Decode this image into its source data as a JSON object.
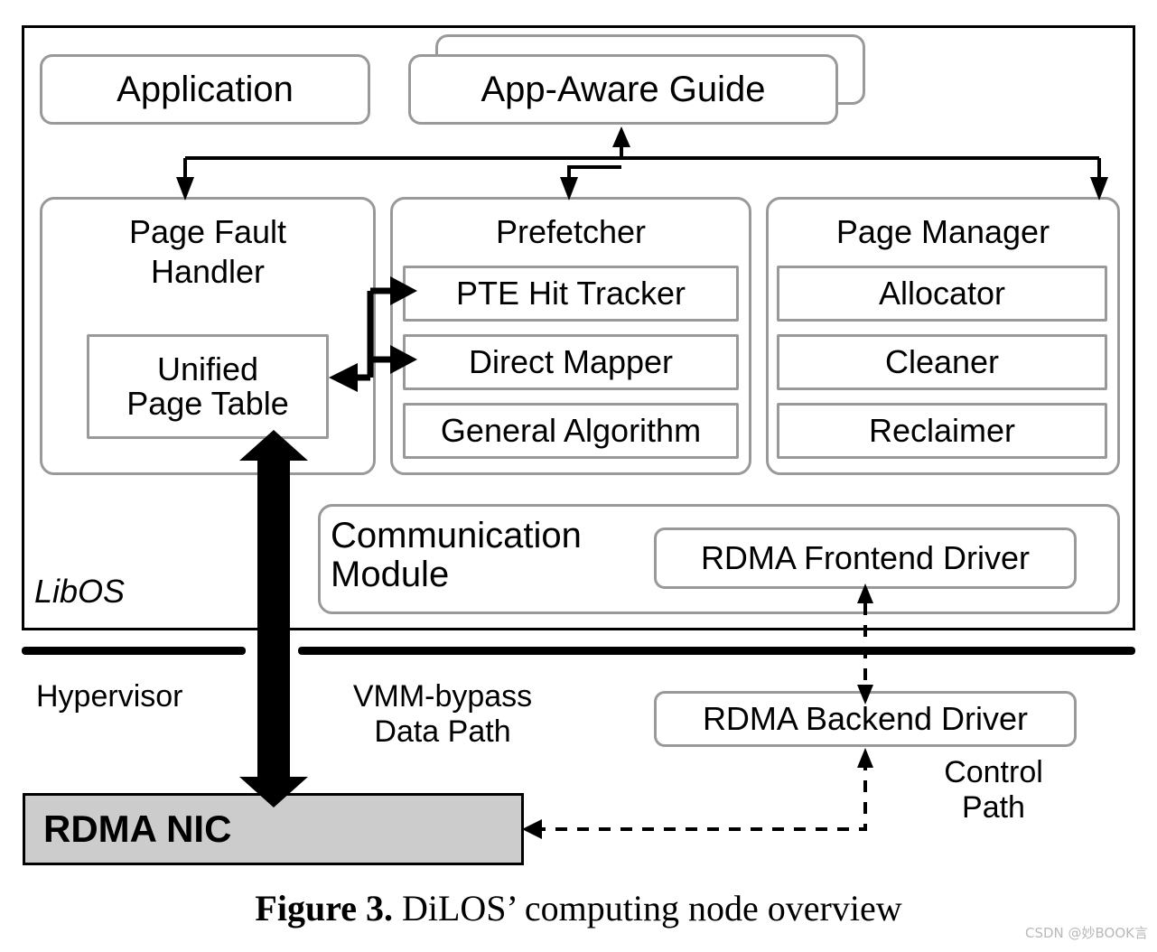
{
  "figure": {
    "caption_prefix": "Figure 3.",
    "caption_text": "DiLOS’ computing node overview",
    "watermark": "CSDN @妙BOOK言"
  },
  "colors": {
    "node_border": "#999999",
    "frame_border": "#000000",
    "nic_fill": "#cccccc",
    "background": "#ffffff",
    "arrow": "#000000"
  },
  "libos": {
    "label": "LibOS",
    "top_row": {
      "application": "Application",
      "app_aware_guide": "App-Aware Guide"
    },
    "modules": [
      {
        "title": "Page Fault Handler",
        "title_line1": "Page Fault",
        "title_line2": "Handler",
        "children": [
          {
            "label_line1": "Unified",
            "label_line2": "Page Table",
            "label": "Unified Page Table"
          }
        ]
      },
      {
        "title": "Prefetcher",
        "children": [
          {
            "label": "PTE Hit Tracker"
          },
          {
            "label": "Direct Mapper"
          },
          {
            "label": "General Algorithm"
          }
        ]
      },
      {
        "title": "Page Manager",
        "children": [
          {
            "label": "Allocator"
          },
          {
            "label": "Cleaner"
          },
          {
            "label": "Reclaimer"
          }
        ]
      }
    ],
    "communication_module": {
      "title_line1": "Communication",
      "title_line2": "Module",
      "title": "Communication Module",
      "children": [
        {
          "label": "RDMA Frontend Driver"
        }
      ]
    }
  },
  "hypervisor": {
    "label": "Hypervisor",
    "rdma_backend_driver": "RDMA Backend Driver"
  },
  "hardware": {
    "rdma_nic": "RDMA NIC"
  },
  "annotations": {
    "vmm_bypass_line1": "VMM-bypass",
    "vmm_bypass_line2": "Data Path",
    "vmm_bypass": "VMM-bypass Data Path",
    "control_line1": "Control",
    "control_line2": "Path",
    "control": "Control Path"
  }
}
